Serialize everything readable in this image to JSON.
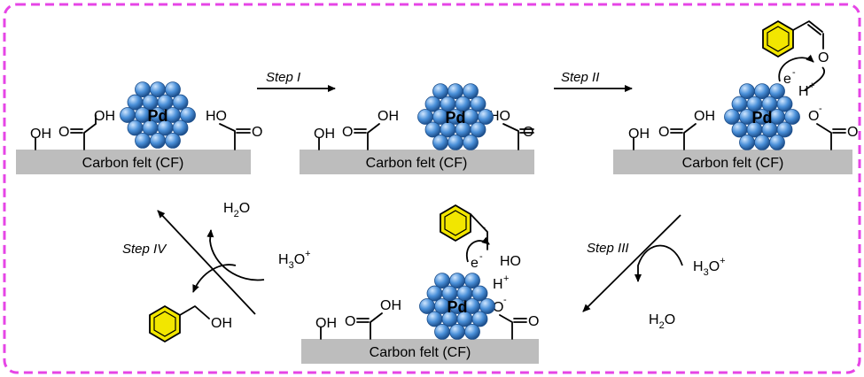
{
  "colors": {
    "border": "#e645e6",
    "support": "#bdbdbd",
    "pd_particle": "#4a90d9",
    "ring_fill": "#f2e600"
  },
  "support_label": "Carbon felt (CF)",
  "pd_label": "Pd",
  "groups": {
    "hydroxyl": "OH",
    "carboxyl_left": "OH",
    "carboxyl_right": "HO",
    "carbonyl_o": "O",
    "deprotonated_o": "O",
    "minus": "-",
    "proton_h": "H",
    "plus": "+",
    "electron": "e",
    "benzyl_alcohol_oh": "OH",
    "radical_ho": "HO",
    "radical_dot": "·"
  },
  "steps": {
    "one": "Step I",
    "two": "Step II",
    "three": "Step III",
    "four": "Step IV"
  },
  "species": {
    "water_h": "H",
    "water_2": "2",
    "water_o": "O",
    "hydronium_h": "H",
    "hydronium_3": "3",
    "hydronium_o": "O",
    "hydronium_plus": "+"
  }
}
